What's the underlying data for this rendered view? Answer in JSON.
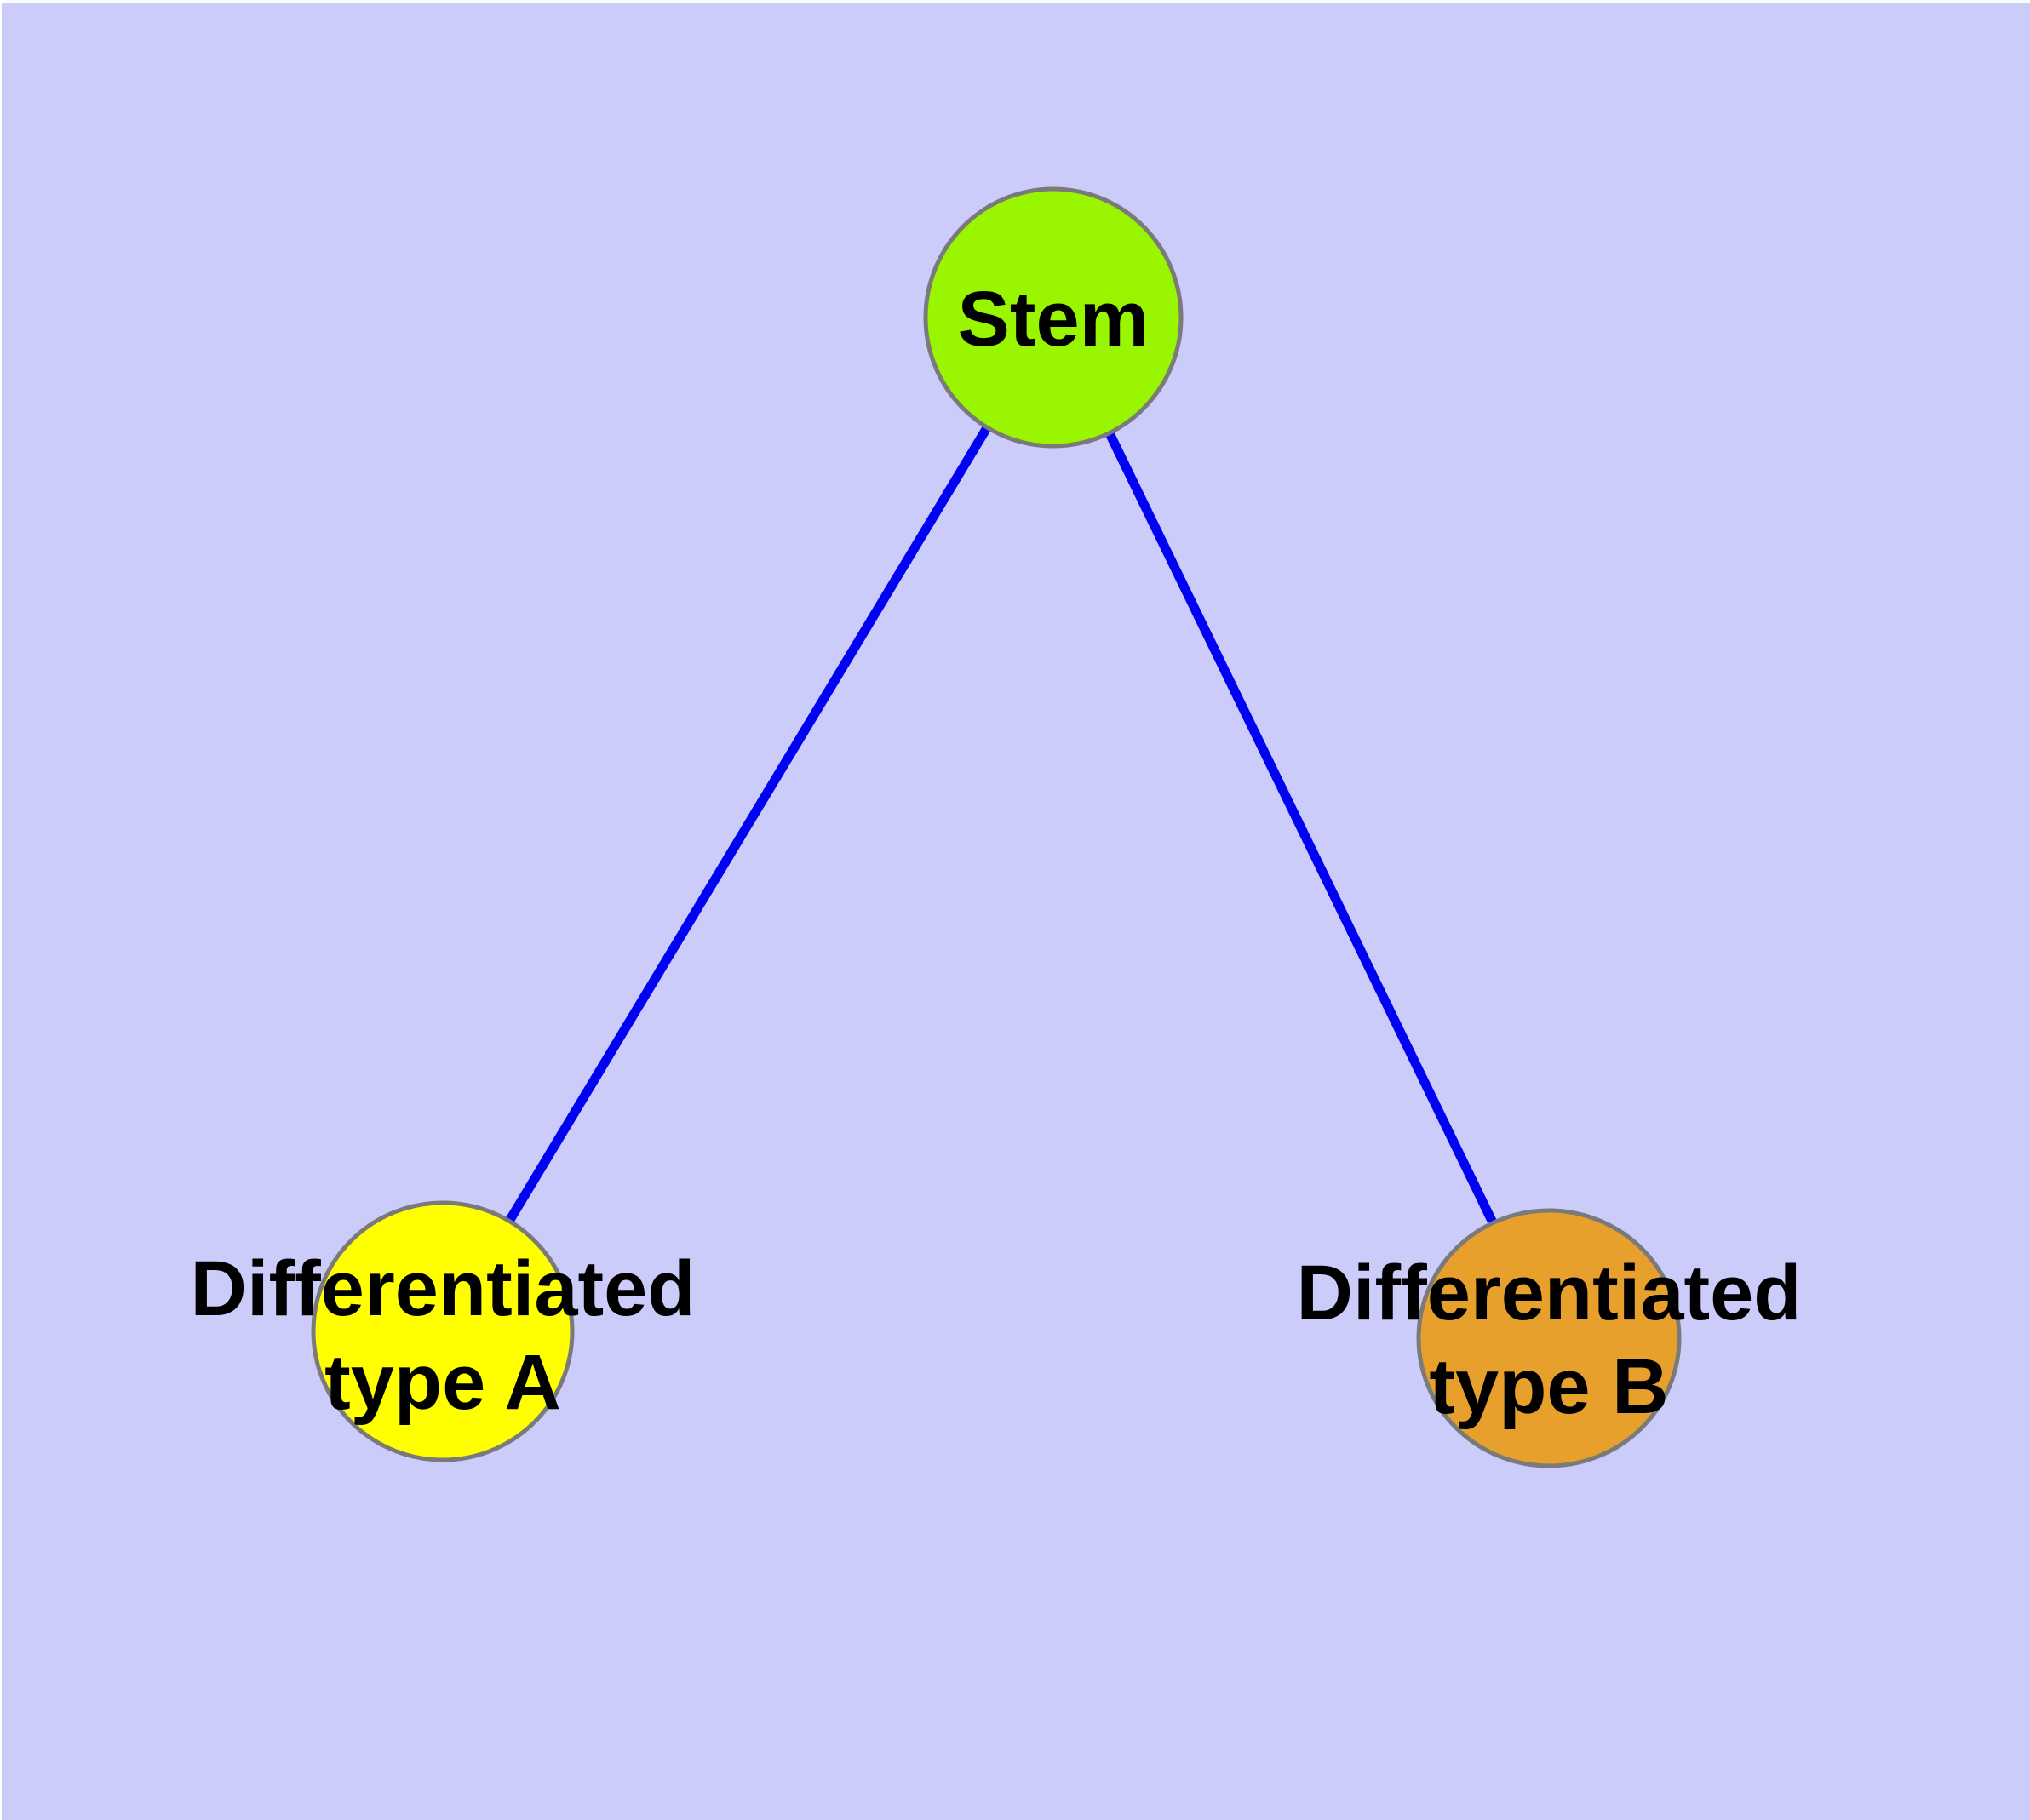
{
  "canvas": {
    "background_color": "#ccccfb",
    "margin_color": "#ffffff"
  },
  "diagram": {
    "type": "graph",
    "description": "Stem cell differentiation tree: one stem node branching to two differentiated cell types",
    "edge_color": "#0202f2",
    "node_border_color": "#7a7a7a",
    "text_color": "#000000",
    "nodes": {
      "stem": {
        "label": "Stem",
        "fill": "#99f500"
      },
      "type_a": {
        "line1": "Differentiated",
        "line2": "type A",
        "fill": "#ffff00"
      },
      "type_b": {
        "line1": "Differentiated",
        "line2": "type B",
        "fill": "#e7a02b"
      }
    },
    "edges": [
      {
        "from": "Stem",
        "to": "Differentiated type A"
      },
      {
        "from": "Stem",
        "to": "Differentiated type B"
      }
    ]
  }
}
